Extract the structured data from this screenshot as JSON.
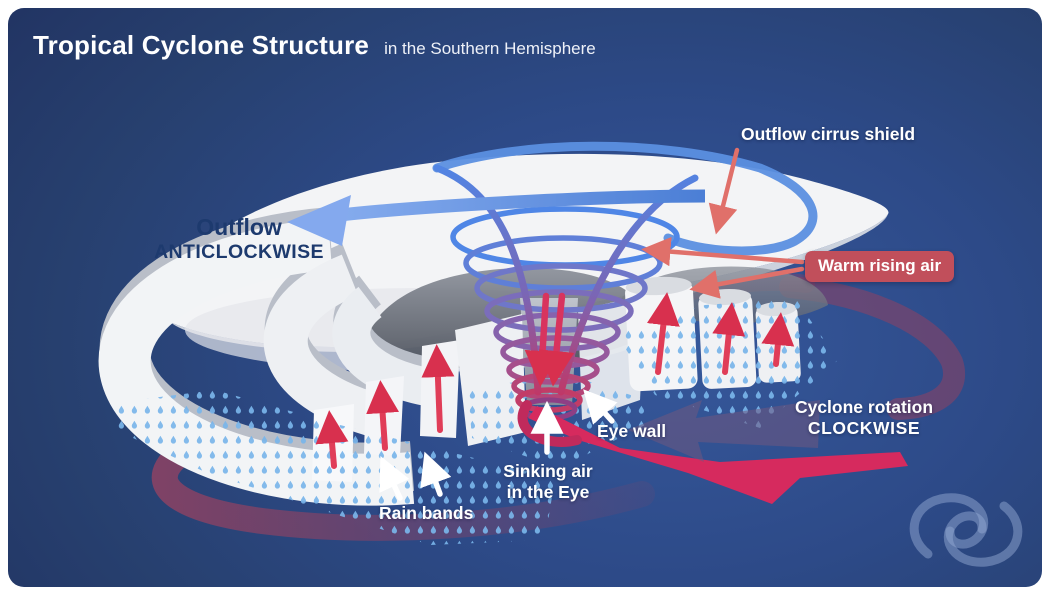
{
  "header": {
    "title": "Tropical Cyclone Structure",
    "subtitle": "in the Southern Hemisphere"
  },
  "labels": {
    "outflow_cirrus_shield": "Outflow cirrus shield",
    "warm_rising_air": "Warm rising air",
    "outflow_line1": "Outflow",
    "outflow_line2": "ANTICLOCKWISE",
    "eye_wall": "Eye wall",
    "sinking_air_line1": "Sinking air",
    "sinking_air_line2": "in the Eye",
    "rain_bands": "Rain bands",
    "cyclone_rotation_line1": "Cyclone rotation",
    "cyclone_rotation_line2": "CLOCKWISE"
  },
  "icons": {
    "logo": "koru-spiral-logo"
  },
  "colors": {
    "background_navy": "#2c4886",
    "badge_red": "#c14f5b",
    "annotation_salmon": "#e0706a",
    "rising_air_red": "#e03d58",
    "rotation_crimson": "#d62a5e",
    "rotation_muted_maroon": "#8f4263",
    "outflow_blue": "#7fa6ec",
    "cloud_white": "#f3f4f6",
    "rain_blue": "#79b5ea",
    "navy_text": "#1d3a6e"
  }
}
